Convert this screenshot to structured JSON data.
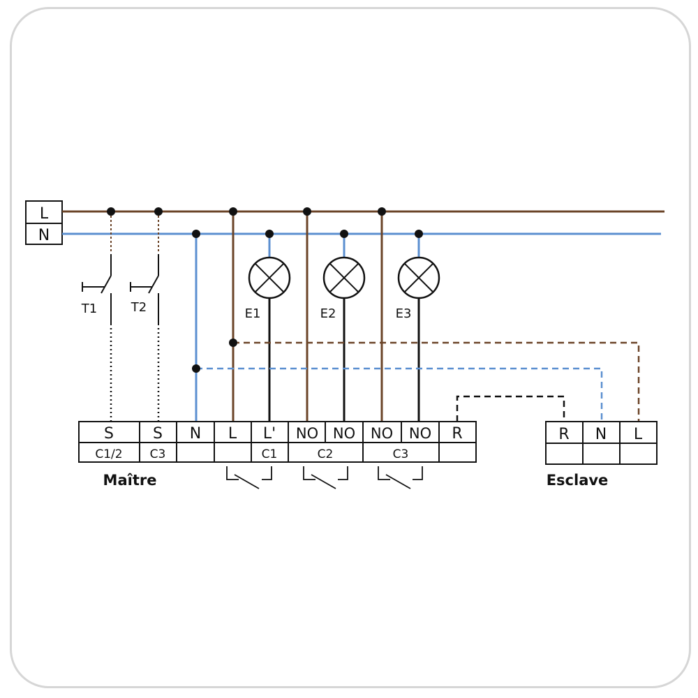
{
  "colors": {
    "phase": "#6b4428",
    "neutral": "#5b8fd0",
    "dark": "#111111",
    "frame": "#d6d6d6"
  },
  "supply": {
    "l_label": "L",
    "n_label": "N"
  },
  "switches": [
    {
      "label": "T1"
    },
    {
      "label": "T2"
    }
  ],
  "lamps": [
    {
      "label": "E1"
    },
    {
      "label": "E2"
    },
    {
      "label": "E3"
    }
  ],
  "master": {
    "title": "Maître",
    "terminals": [
      "S",
      "S",
      "N",
      "L",
      "L'",
      "NO",
      "NO",
      "NO",
      "NO",
      "R"
    ],
    "groups": [
      "C1/2",
      "C3",
      "C1",
      "C2",
      "C3"
    ]
  },
  "slave": {
    "title": "Esclave",
    "terminals": [
      "R",
      "N",
      "L"
    ]
  }
}
